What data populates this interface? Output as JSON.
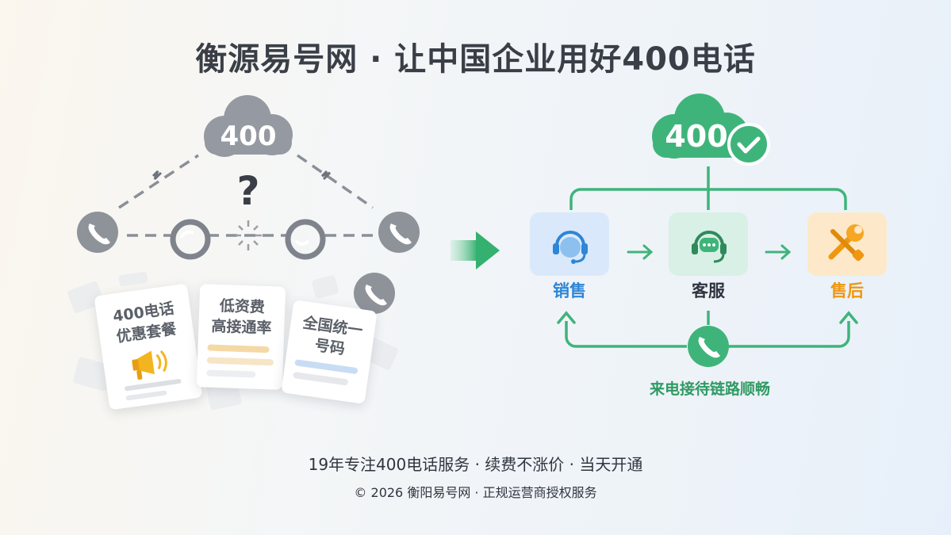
{
  "title": "衡源易号网 · 让中国企业用好400电话",
  "left_panel": {
    "cloud_label": "400",
    "question_mark": "?",
    "cards": [
      {
        "line1": "400电话",
        "line2": "优惠套餐"
      },
      {
        "line1": "低资费",
        "line2": "高接通率"
      },
      {
        "line1": "全国统一",
        "line2": "号码"
      }
    ]
  },
  "right_panel": {
    "cloud_label": "400",
    "nodes": [
      {
        "label": "销售",
        "color": "#2e86d6"
      },
      {
        "label": "客服",
        "color": "#2f8a5b"
      },
      {
        "label": "售后",
        "color": "#f0960f"
      }
    ],
    "loop_label": "来电接待链路顺畅",
    "accent_color": "#3fb47a"
  },
  "footer": {
    "tagline": "19年专注400电话服务 · 续费不涨价 · 当天开通",
    "copyright": "© 2026 衡阳易号网 · 正规运营商授权服务"
  }
}
